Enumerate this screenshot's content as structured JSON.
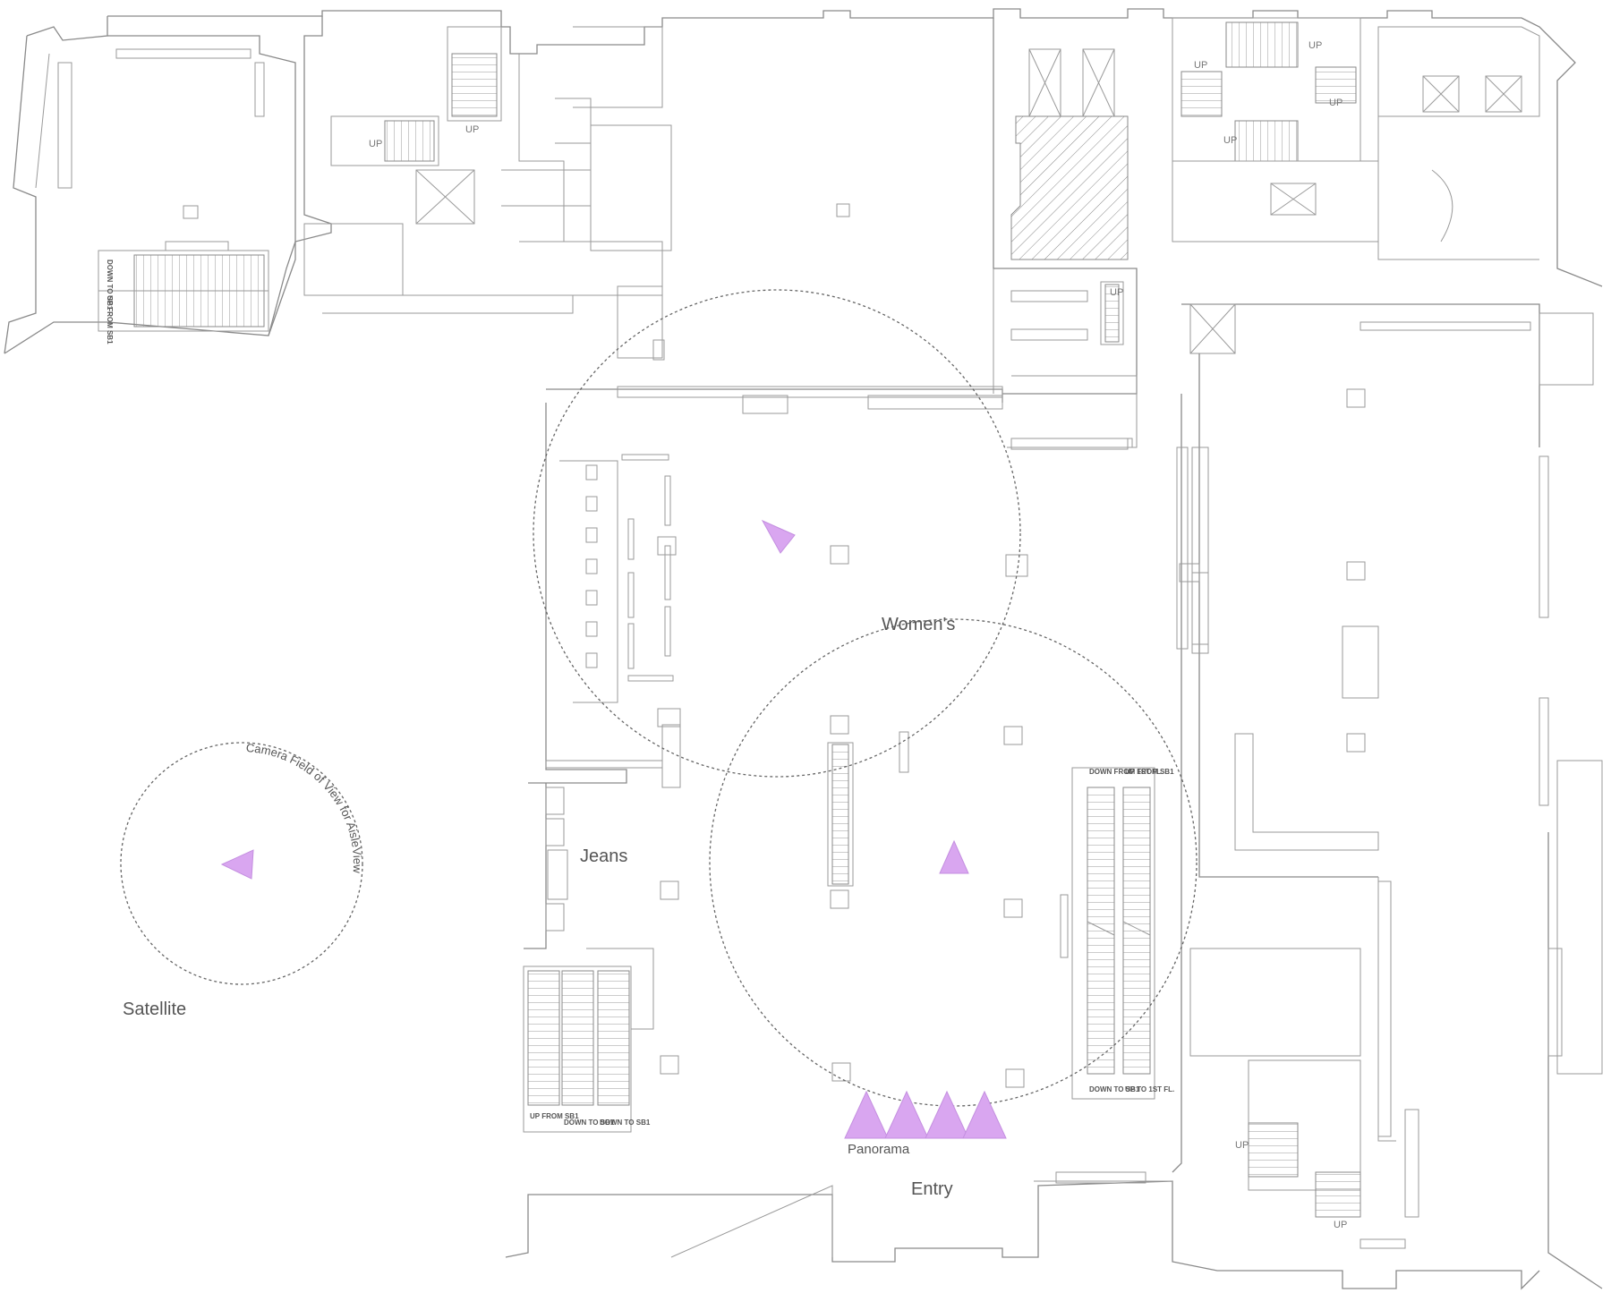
{
  "labels": {
    "womens": "Women's",
    "jeans": "Jeans",
    "satellite": "Satellite",
    "panorama": "Panorama",
    "entry": "Entry",
    "camera_fov": "Camera Field of View for AisleView"
  },
  "stair_marks": {
    "up": "UP"
  },
  "escalator_labels": {
    "top_left_down": "DOWN TO SB1",
    "top_left_up": "UP FROM SB1",
    "center_top_down": "DOWN FROM 1ST FL.",
    "center_top_up": "UP FROM SB1",
    "center_bottom_down": "DOWN TO SB1",
    "center_bottom_up": "UP TO 1ST FL.",
    "left_bottom_up": "UP FROM SB1",
    "left_bottom_down1": "DOWN TO SB1",
    "left_bottom_down2": "DOWN TO SB1"
  },
  "colors": {
    "camera_marker": "#d9a6f0",
    "walls": "#8a8a8a",
    "label_text": "#555555"
  }
}
